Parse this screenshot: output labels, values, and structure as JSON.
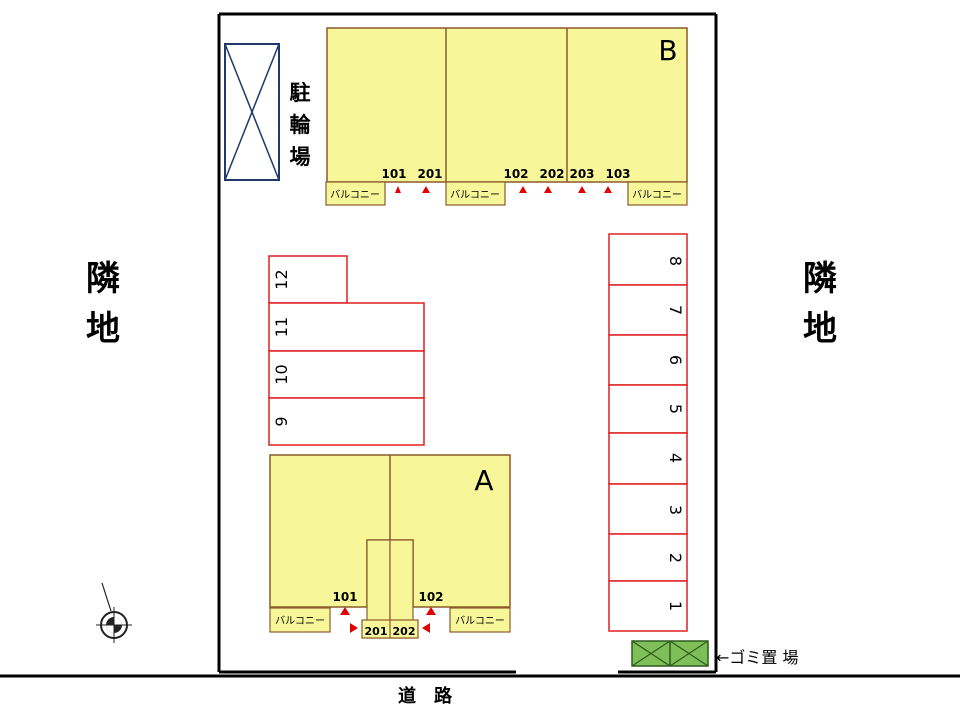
{
  "neighbor_left": [
    "隣",
    "地"
  ],
  "neighbor_right": [
    "隣",
    "地"
  ],
  "bicycle_parking": [
    "駐",
    "輪",
    "場"
  ],
  "building_b": {
    "name": "B",
    "balcony": "バルコニー",
    "entrances": [
      "101",
      "201",
      "102",
      "202",
      "203",
      "103"
    ]
  },
  "building_a": {
    "name": "A",
    "balcony": "バルコニー",
    "entrances": [
      "101",
      "102",
      "201",
      "202"
    ]
  },
  "parking_left": [
    "12",
    "11",
    "10",
    "9"
  ],
  "parking_right": [
    "8",
    "7",
    "6",
    "5",
    "4",
    "3",
    "2",
    "1"
  ],
  "garbage": "←ゴミ置 場",
  "road": "道　路",
  "colors": {
    "building_fill": "#f7f79a",
    "building_stroke": "#8b5a2b",
    "parking_stroke": "#e02020",
    "entrance_marker": "#e00000",
    "bicycle_stroke": "#1f3a6b",
    "garbage_fill": "#7fbf5a"
  }
}
